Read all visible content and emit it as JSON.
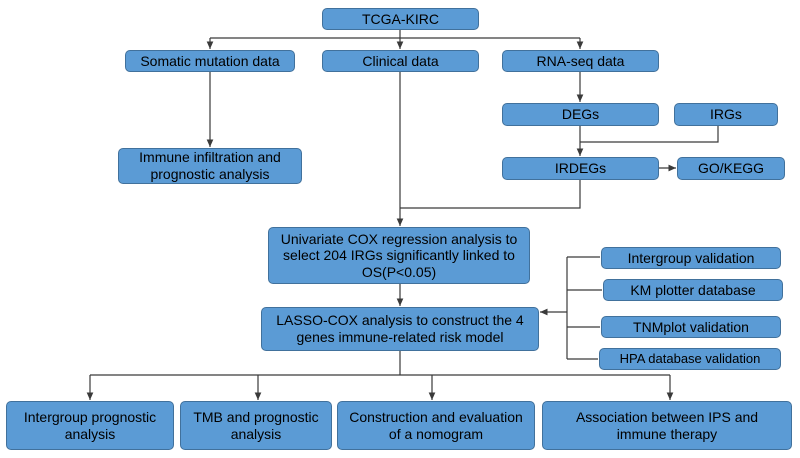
{
  "nodes": {
    "tcga": {
      "label": "TCGA-KIRC"
    },
    "somatic": {
      "label": "Somatic mutation data"
    },
    "clinical": {
      "label": "Clinical data"
    },
    "rnaseq": {
      "label": "RNA-seq data"
    },
    "immune_infiltration": {
      "label": "Immune infiltration and prognostic analysis"
    },
    "degs": {
      "label": "DEGs"
    },
    "irgs": {
      "label": "IRGs"
    },
    "irdegs": {
      "label": "IRDEGs"
    },
    "gokegg": {
      "label": "GO/KEGG"
    },
    "univariate": {
      "label": "Univariate COX regression analysis to select 204 IRGs significantly linked to OS(P<0.05)"
    },
    "lasso": {
      "label": "LASSO-COX analysis to construct the 4 genes immune-related risk model"
    },
    "intergroup_validation": {
      "label": "Intergroup validation"
    },
    "km_plotter": {
      "label": "KM plotter database"
    },
    "tnmplot": {
      "label": "TNMplot validation"
    },
    "hpa": {
      "label": "HPA database validation"
    },
    "intergroup_prognostic": {
      "label": "Intergroup prognostic analysis"
    },
    "tmb": {
      "label": "TMB and prognostic analysis"
    },
    "nomogram": {
      "label": "Construction and evaluation of a nomogram"
    },
    "ips": {
      "label": "Association between IPS and immune therapy"
    }
  },
  "colors": {
    "box_fill": "#5b9bd5",
    "box_border": "#41719c",
    "line": "#3a3a3a"
  }
}
